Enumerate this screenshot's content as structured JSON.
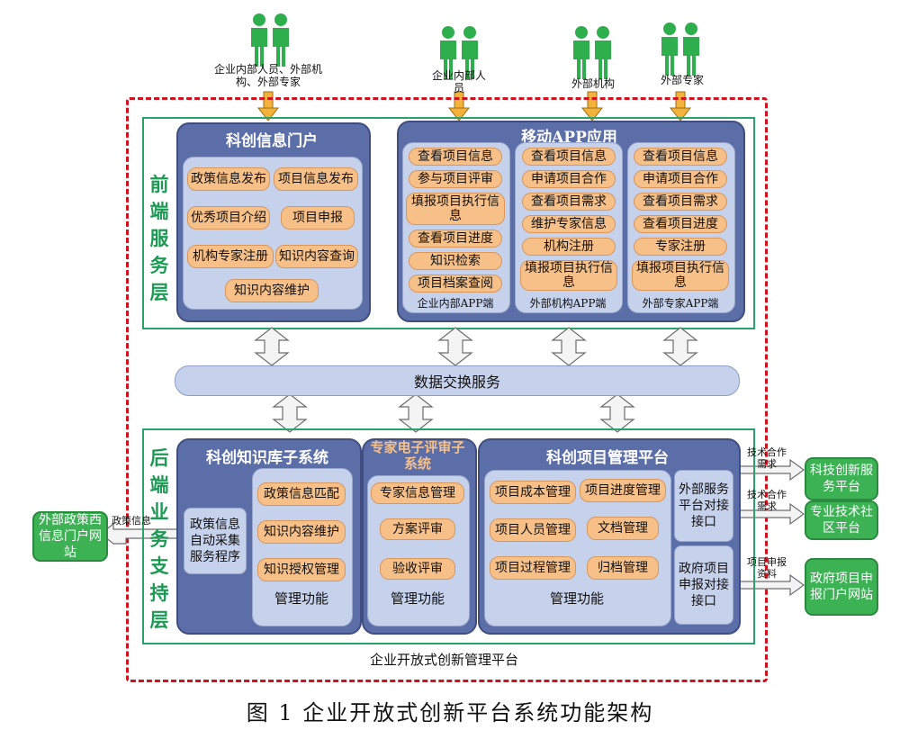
{
  "users": {
    "group1": "企业内部人员、外部机构、外部专家",
    "group2": "企业内部人员",
    "group3": "外部机构",
    "group4": "外部专家"
  },
  "front_layer": {
    "label": "前端服务层",
    "portal": {
      "title": "科创信息门户",
      "items": [
        "政策信息发布",
        "项目信息发布",
        "优秀项目介绍",
        "项目申报",
        "机构专家注册",
        "知识内容查询",
        "知识内容维护"
      ]
    },
    "mobile": {
      "title": "移动APP应用",
      "internal": {
        "items": [
          "查看项目信息",
          "参与项目评审",
          "填报项目执行信息",
          "查看项目进度",
          "知识检索",
          "项目档案查阅"
        ],
        "label": "企业内部APP端"
      },
      "institution": {
        "items": [
          "查看项目信息",
          "申请项目合作",
          "查看项目需求",
          "维护专家信息",
          "机构注册",
          "填报项目执行信息"
        ],
        "label": "外部机构APP端"
      },
      "expert": {
        "items": [
          "查看项目信息",
          "申请项目合作",
          "查看项目需求",
          "查看项目进度",
          "专家注册",
          "填报项目执行信息"
        ],
        "label": "外部专家APP端"
      }
    }
  },
  "exchange": {
    "label": "数据交换服务"
  },
  "back_layer": {
    "label": "后端业务支持层",
    "knowledge": {
      "title": "科创知识库子系统",
      "collector": "政策信息自动采集服务程序",
      "items": [
        "政策信息匹配",
        "知识内容维护",
        "知识授权管理"
      ],
      "mgmt": "管理功能"
    },
    "review": {
      "title": "专家电子评审子系统",
      "items": [
        "专家信息管理",
        "方案评审",
        "验收评审"
      ],
      "mgmt": "管理功能"
    },
    "project": {
      "title": "科创项目管理平台",
      "items": [
        "项目成本管理",
        "项目进度管理",
        "项目人员管理",
        "文档管理",
        "项目过程管理",
        "归档管理"
      ],
      "mgmt": "管理功能",
      "iface1": "外部服务平台对接接口",
      "iface2": "政府项目申报对接接口"
    }
  },
  "externals": {
    "policy_site": "外部政策西信息门户网站",
    "policy_flow": "政策信息",
    "tech_service": "科技创新服务平台",
    "tech_community": "专业技术社区平台",
    "gov_portal": "政府项目申报门户网站",
    "coop_demand": "技术合作需求",
    "apply_material": "项目申报资料"
  },
  "platform_label": "企业开放式创新管理平台",
  "caption": "图 1  企业开放式创新平台系统功能架构",
  "colors": {
    "platform_border": "#d0121f",
    "layer_border": "#2aa36b",
    "panel": "#5b6ea8",
    "inner": "#c6d1ec",
    "pill": "#f6c088",
    "external": "#3cb255",
    "person": "#2fae4e",
    "arrow": "#f3b23a"
  }
}
